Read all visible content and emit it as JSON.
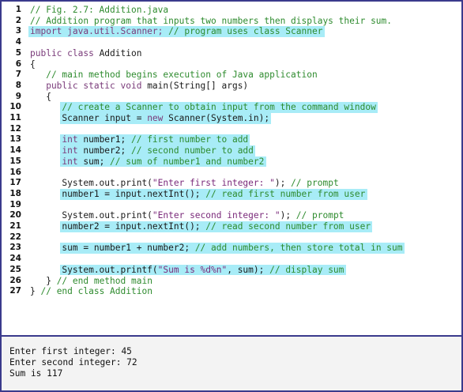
{
  "code_lines": [
    {
      "n": "1",
      "hl": 0,
      "segs": [
        {
          "t": "// Fig. 2.7: Addition.java",
          "c": "cm"
        }
      ]
    },
    {
      "n": "2",
      "hl": 0,
      "segs": [
        {
          "t": "// Addition program that inputs two numbers then displays their sum.",
          "c": "cm"
        }
      ]
    },
    {
      "n": "3",
      "hl": 1,
      "segs": [
        {
          "t": "import java.util.Scanner; ",
          "c": "kw"
        },
        {
          "t": "// program uses class Scanner",
          "c": "cm"
        }
      ]
    },
    {
      "n": "4",
      "hl": 0,
      "segs": []
    },
    {
      "n": "5",
      "hl": 0,
      "segs": [
        {
          "t": "public class ",
          "c": "kw"
        },
        {
          "t": "Addition",
          "c": ""
        }
      ]
    },
    {
      "n": "6",
      "hl": 0,
      "segs": [
        {
          "t": "{",
          "c": ""
        }
      ]
    },
    {
      "n": "7",
      "hl": 0,
      "segs": [
        {
          "t": "   // main method begins execution of Java application",
          "c": "cm"
        }
      ]
    },
    {
      "n": "8",
      "hl": 0,
      "segs": [
        {
          "t": "   public static void ",
          "c": "kw"
        },
        {
          "t": "main(String[] args)",
          "c": ""
        }
      ]
    },
    {
      "n": "9",
      "hl": 0,
      "segs": [
        {
          "t": "   {",
          "c": ""
        }
      ]
    },
    {
      "n": "10",
      "hl": 1,
      "segs": [
        {
          "t": "      // create a Scanner to obtain input from the command window",
          "c": "cm"
        }
      ]
    },
    {
      "n": "11",
      "hl": 1,
      "segs": [
        {
          "t": "      Scanner input = ",
          "c": ""
        },
        {
          "t": "new ",
          "c": "kw"
        },
        {
          "t": "Scanner(System.in);",
          "c": ""
        }
      ]
    },
    {
      "n": "12",
      "hl": 0,
      "segs": []
    },
    {
      "n": "13",
      "hl": 1,
      "segs": [
        {
          "t": "      int ",
          "c": "kw"
        },
        {
          "t": "number1; ",
          "c": ""
        },
        {
          "t": "// first number to add",
          "c": "cm"
        }
      ]
    },
    {
      "n": "14",
      "hl": 1,
      "segs": [
        {
          "t": "      int ",
          "c": "kw"
        },
        {
          "t": "number2; ",
          "c": ""
        },
        {
          "t": "// second number to add",
          "c": "cm"
        }
      ]
    },
    {
      "n": "15",
      "hl": 1,
      "segs": [
        {
          "t": "      int ",
          "c": "kw"
        },
        {
          "t": "sum; ",
          "c": ""
        },
        {
          "t": "// sum of number1 and number2",
          "c": "cm"
        }
      ]
    },
    {
      "n": "16",
      "hl": 0,
      "segs": []
    },
    {
      "n": "17",
      "hl": 0,
      "segs": [
        {
          "t": "      System.out.print(",
          "c": ""
        },
        {
          "t": "\"Enter first integer: \"",
          "c": "st"
        },
        {
          "t": "); ",
          "c": ""
        },
        {
          "t": "// prompt",
          "c": "cm"
        }
      ]
    },
    {
      "n": "18",
      "hl": 1,
      "segs": [
        {
          "t": "      number1 = input.nextInt(); ",
          "c": ""
        },
        {
          "t": "// read first number from user",
          "c": "cm"
        }
      ]
    },
    {
      "n": "19",
      "hl": 0,
      "segs": []
    },
    {
      "n": "20",
      "hl": 0,
      "segs": [
        {
          "t": "      System.out.print(",
          "c": ""
        },
        {
          "t": "\"Enter second integer: \"",
          "c": "st"
        },
        {
          "t": "); ",
          "c": ""
        },
        {
          "t": "// prompt",
          "c": "cm"
        }
      ]
    },
    {
      "n": "21",
      "hl": 1,
      "segs": [
        {
          "t": "      number2 = input.nextInt(); ",
          "c": ""
        },
        {
          "t": "// read second number from user",
          "c": "cm"
        }
      ]
    },
    {
      "n": "22",
      "hl": 0,
      "segs": []
    },
    {
      "n": "23",
      "hl": 1,
      "segs": [
        {
          "t": "      sum = number1 + number2; ",
          "c": ""
        },
        {
          "t": "// add numbers, then store total in sum",
          "c": "cm"
        }
      ]
    },
    {
      "n": "24",
      "hl": 0,
      "segs": []
    },
    {
      "n": "25",
      "hl": 1,
      "segs": [
        {
          "t": "      System.out.printf(",
          "c": ""
        },
        {
          "t": "\"Sum is %d%n\"",
          "c": "st"
        },
        {
          "t": ", sum); ",
          "c": ""
        },
        {
          "t": "// display sum",
          "c": "cm"
        }
      ]
    },
    {
      "n": "26",
      "hl": 0,
      "segs": [
        {
          "t": "   } ",
          "c": ""
        },
        {
          "t": "// end method main",
          "c": "cm"
        }
      ]
    },
    {
      "n": "27",
      "hl": 0,
      "segs": [
        {
          "t": "} ",
          "c": ""
        },
        {
          "t": "// end class Addition",
          "c": "cm"
        }
      ]
    }
  ],
  "console_output": [
    "Enter first integer: 45",
    "Enter second integer: 72",
    "Sum is 117"
  ],
  "colors": {
    "highlight": "#a8ecf7",
    "comment": "#2e8b2e",
    "keyword": "#7a3b7a",
    "border": "#3a3a8c",
    "console_bg": "#f3f3f3"
  }
}
